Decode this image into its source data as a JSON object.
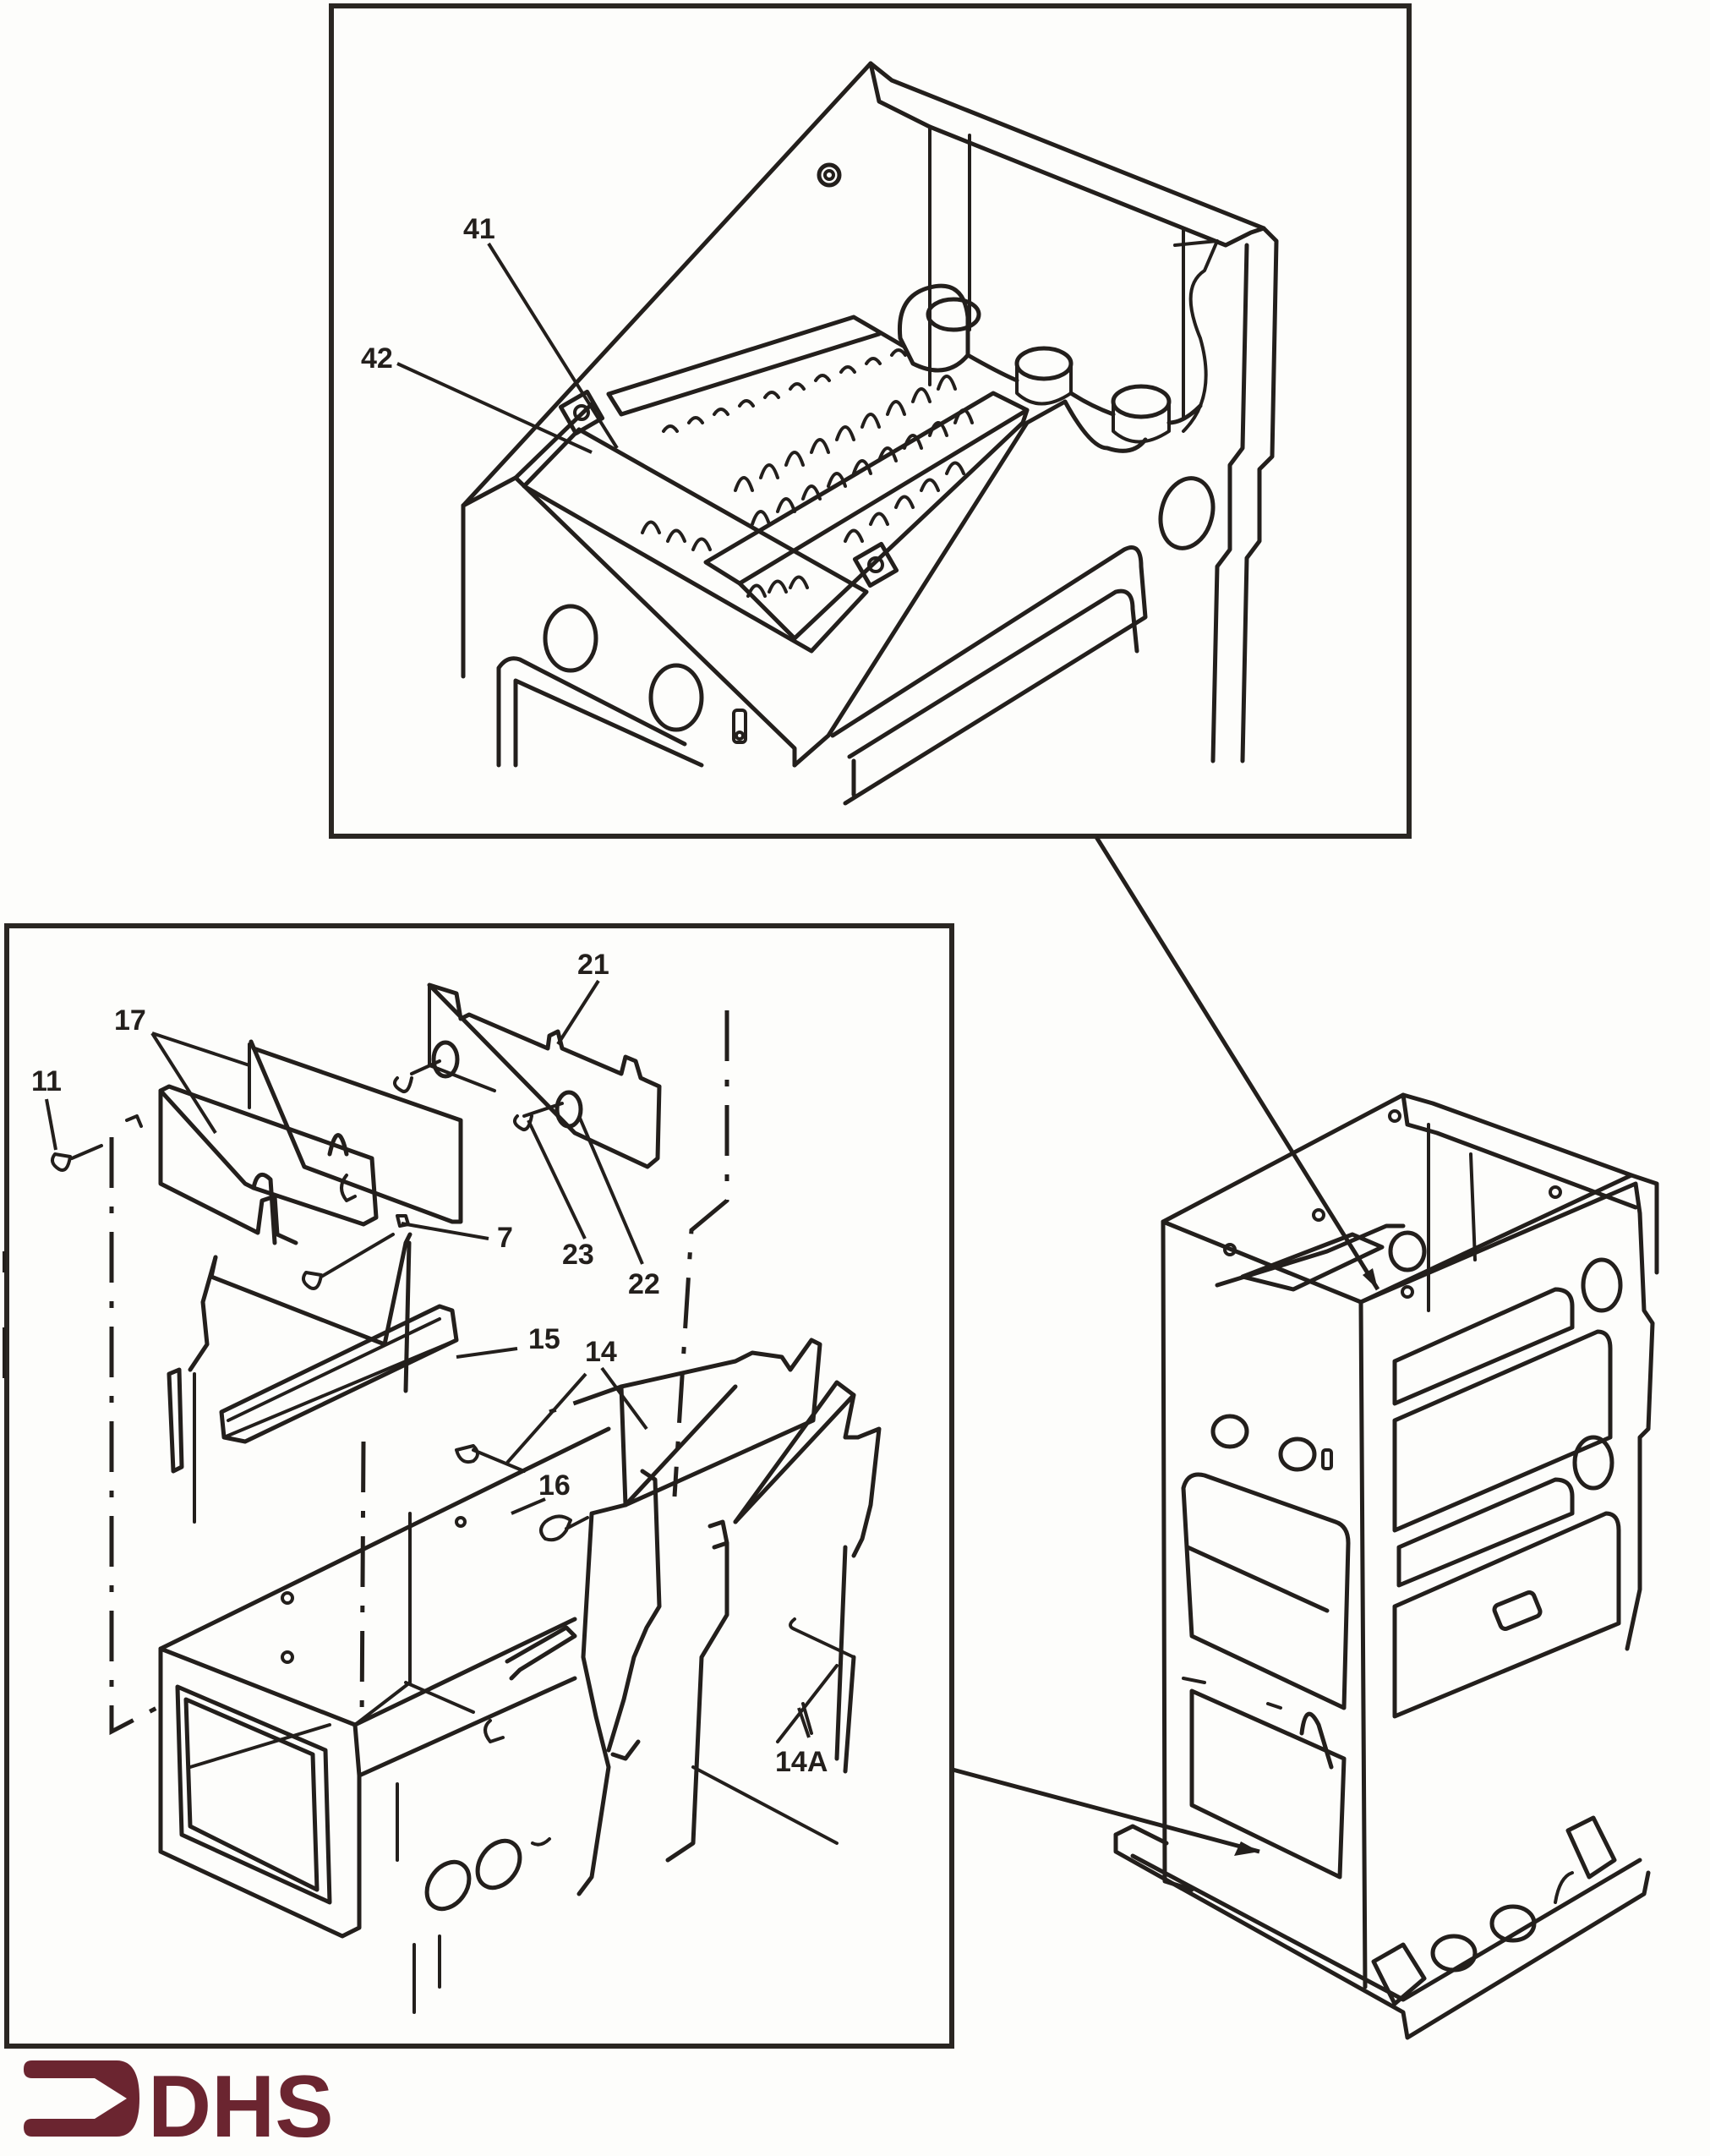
{
  "document": {
    "type": "exploded parts diagram",
    "panels": [
      {
        "id": "upper-detail",
        "description": "top of boiler section showing heat exchanger"
      },
      {
        "id": "lower-detail",
        "description": "exploded view of combustion chamber parts"
      },
      {
        "id": "overview",
        "description": "boiler frame overview"
      }
    ]
  },
  "callouts": {
    "c41": "41",
    "c42": "42",
    "c21": "21",
    "c17": "17",
    "c11": "11",
    "c7": "7",
    "c23": "23",
    "c22": "22",
    "c15": "15",
    "c14": "14",
    "c16": "16",
    "c14a": "14A"
  },
  "logo": {
    "text": "DHS",
    "color": "#6b2530"
  },
  "colors": {
    "ink": "#231f1c",
    "paper": "#fdfdfb"
  }
}
